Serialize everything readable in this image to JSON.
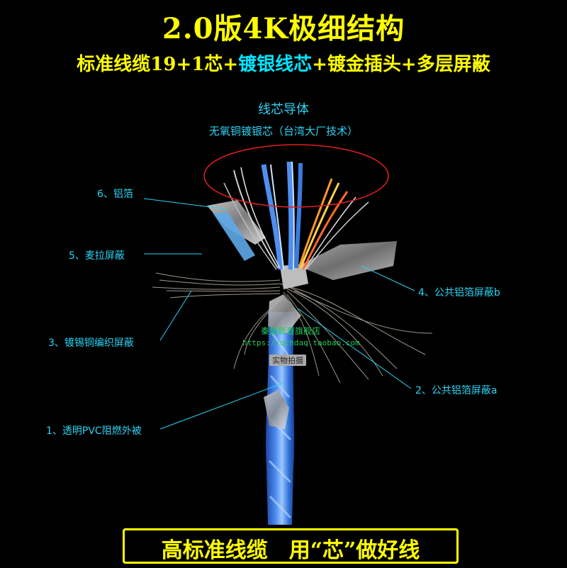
{
  "header": {
    "title": "2.0版4K极细结构",
    "subtitle_parts": [
      "标准线缆19+1芯+",
      "镀银线芯",
      "+镀金插头+多层屏蔽"
    ]
  },
  "conductor": {
    "title": "线芯导体",
    "description": "无氧铜镀银芯（台湾大厂技术）"
  },
  "labels": {
    "layer6": "6、铝箔",
    "layer5": "5、麦拉屏蔽",
    "layer4": "4、公共铝箔屏蔽b",
    "layer3": "3、镀锡铜编织屏蔽",
    "layer2": "2、公共铝箔屏蔽a",
    "layer1": "1、透明PVC阻燃外被"
  },
  "watermark": {
    "shop": "秦楚影音旗舰店",
    "url": "https://qchdaq.taobao.com",
    "real_shot": "实物拍摄"
  },
  "footer": {
    "slogan": "高标准线缆　用“芯”做好线"
  },
  "colors": {
    "title": "#ffff00",
    "accent_cyan": "#00e5ff",
    "label": "#2ad4f5",
    "cable_blue": "#2f6fd6",
    "highlight_ellipse": "#e02020"
  }
}
